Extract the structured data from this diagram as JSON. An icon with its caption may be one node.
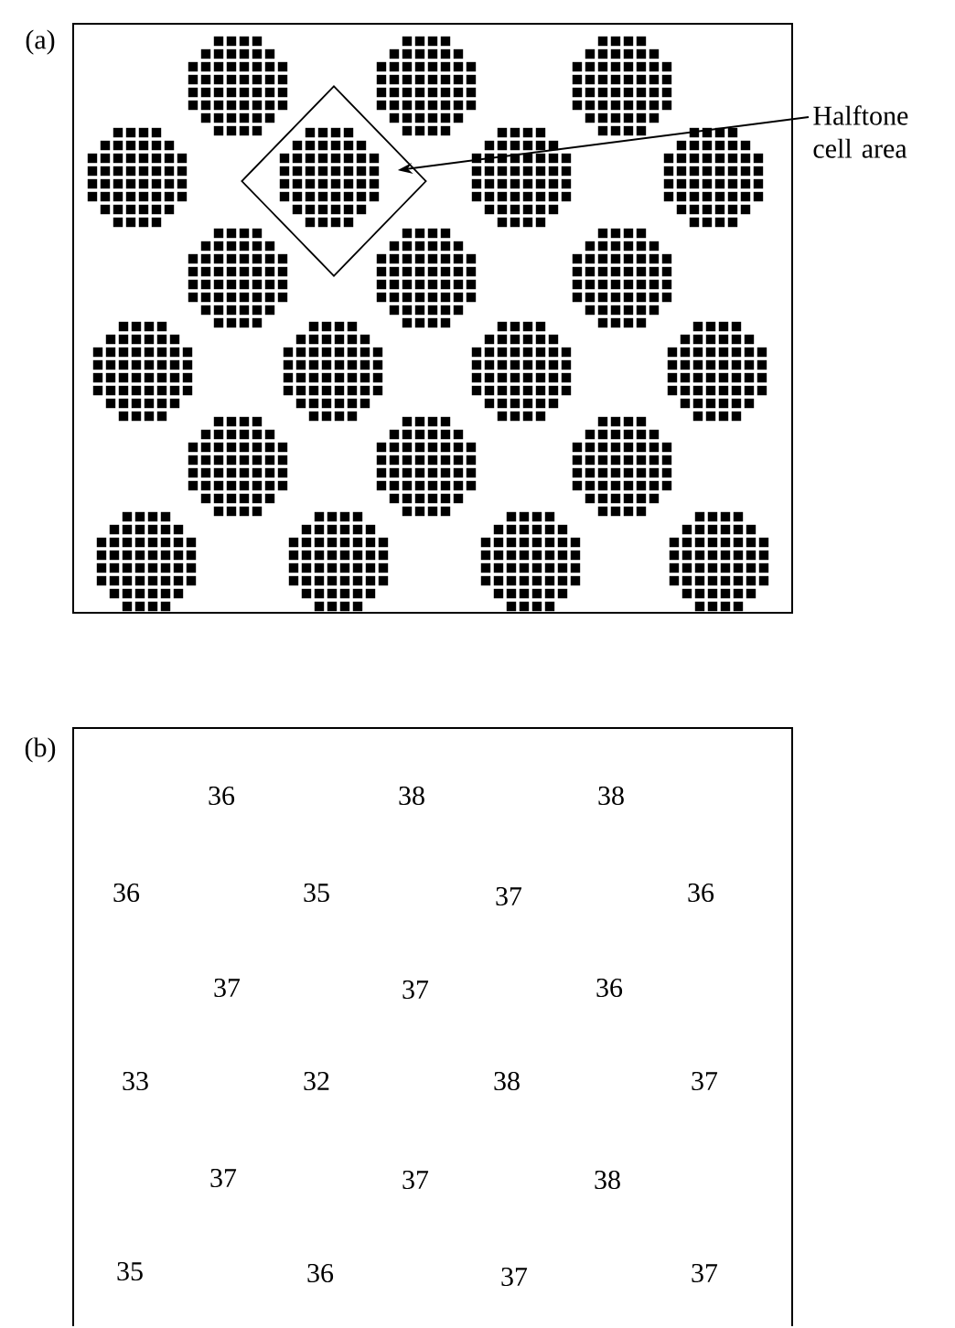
{
  "diagram": {
    "nodes": [
      {
        "text": [
          "Halftone cell area"
        ]
      },
      {
        "text": [],
        "shape": "diamond"
      }
    ],
    "edges": [
      {
        "from": 0,
        "to": 1,
        "arrow": "to"
      }
    ],
    "labels": [
      "(a)",
      "(b)",
      "36",
      "38",
      "38",
      "36",
      "35",
      "37",
      "36",
      "37",
      "37",
      "36",
      "33",
      "32",
      "38",
      "37",
      "37",
      "37",
      "38",
      "35",
      "36",
      "37",
      "37"
    ]
  }
}
